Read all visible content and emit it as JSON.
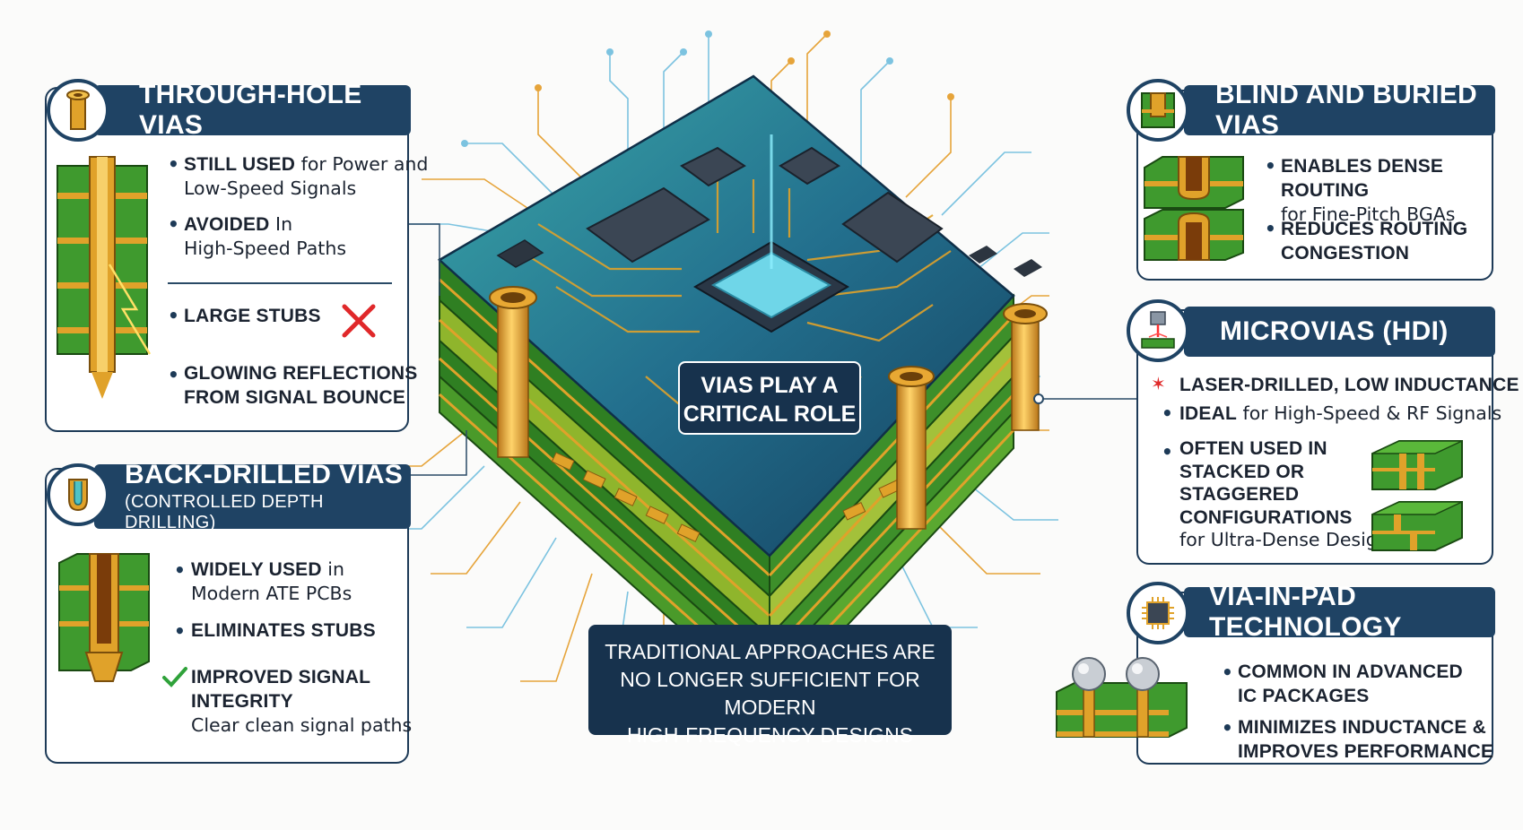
{
  "through_hole": {
    "title": "THROUGH-HOLE VIAS",
    "b1_bold": "STILL USED",
    "b1_rest": " for Power and",
    "b1_line2": "Low-Speed Signals",
    "b2_bold": "AVOIDED",
    "b2_rest": " In",
    "b2_line2": "High-Speed Paths",
    "b3": "LARGE STUBS",
    "b4_line1": "GLOWING REFLECTIONS",
    "b4_line2": "FROM SIGNAL BOUNCE"
  },
  "back_drilled": {
    "title": "BACK-DRILLED VIAS",
    "subtitle": "(CONTROLLED DEPTH DRILLING)",
    "b1_bold": "WIDELY USED",
    "b1_rest": " in",
    "b1_line2": "Modern ATE PCBs",
    "b2": "ELIMINATES STUBS",
    "b3_line1": "IMPROVED SIGNAL",
    "b3_line2": "INTEGRITY",
    "b3_line3": "Clear clean signal paths"
  },
  "blind_buried": {
    "title": "BLIND AND BURIED VIAS",
    "b1_line1": "ENABLES DENSE ROUTING",
    "b1_line2": "for Fine-Pitch BGAs",
    "b2_line1": "REDUCES ROUTING",
    "b2_line2": "CONGESTION"
  },
  "microvias": {
    "title": "MICROVIAS (HDI)",
    "b1": "LASER-DRILLED, LOW INDUCTANCE",
    "b2_bold": "IDEAL",
    "b2_rest": " for High-Speed & RF Signals",
    "b3_line1": "OFTEN USED IN",
    "b3_line2": "STACKED OR",
    "b3_line3": "STAGGERED",
    "b3_line4": "CONFIGURATIONS",
    "b3_line5": "for Ultra-Dense Designs"
  },
  "via_in_pad": {
    "title": "VIA-IN-PAD TECHNOLOGY",
    "b1_line1": "COMMON IN ADVANCED",
    "b1_line2": "IC PACKAGES",
    "b2_line1": "MINIMIZES INDUCTANCE &",
    "b2_line2": "IMPROVES PERFORMANCE"
  },
  "center_label": {
    "line1": "VIAS PLAY A",
    "line2": "CRITICAL ROLE"
  },
  "bottom_banner": {
    "line1": "TRADITIONAL APPROACHES ARE",
    "line2": "NO LONGER SUFFICIENT FOR MODERN",
    "line3": "HIGH-FREQUENCY DESIGNS"
  },
  "colors": {
    "navy": "#1f4364",
    "copper": "#e0a22a",
    "pcb_green": "#3f9a2e",
    "trace_blue": "#5fb8d8"
  }
}
